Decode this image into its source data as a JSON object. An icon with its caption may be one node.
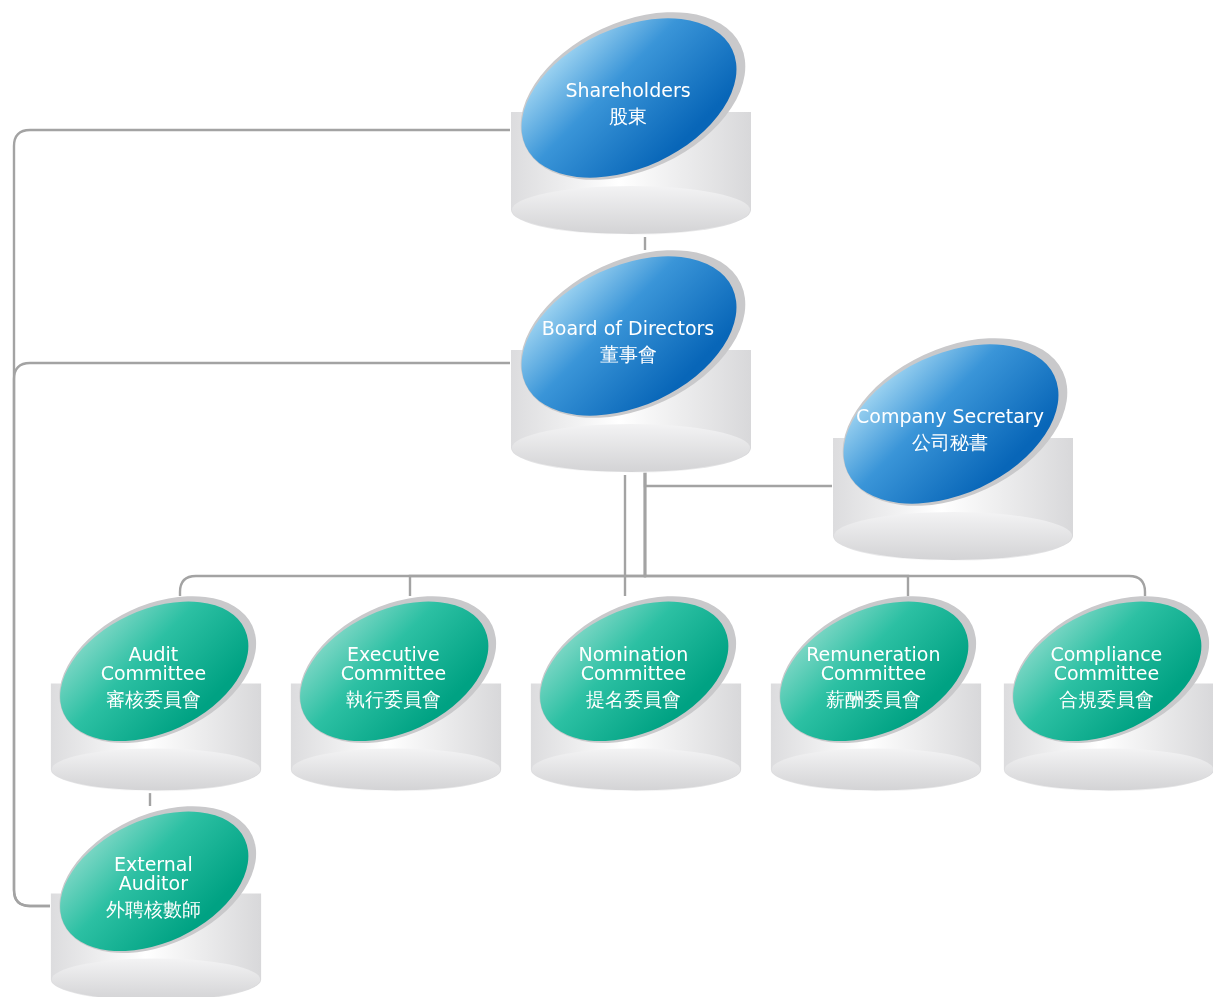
{
  "diagram": {
    "nodes": [
      {
        "text": [
          "Shareholders",
          "股東"
        ]
      },
      {
        "text": [
          "Board of Directors",
          "董事會"
        ]
      },
      {
        "text": [
          "Company Secretary",
          "公司秘書"
        ]
      },
      {
        "text": [
          "Audit Committee",
          "審核委員會"
        ]
      },
      {
        "text": [
          "Executive Committee",
          "執行委員會"
        ]
      },
      {
        "text": [
          "Nomination Committee",
          "提名委員會"
        ]
      },
      {
        "text": [
          "Remuneration Committee",
          "薪酬委員會"
        ]
      },
      {
        "text": [
          "Compliance Committee",
          "合規委員會"
        ]
      },
      {
        "text": [
          "External Auditor",
          "外聘核數師"
        ]
      }
    ],
    "edges": [
      {
        "from": 0,
        "to": 1,
        "arrow": "none"
      },
      {
        "from": 1,
        "to": 2,
        "arrow": "none"
      },
      {
        "from": 1,
        "to": 3,
        "arrow": "none"
      },
      {
        "from": 1,
        "to": 4,
        "arrow": "none"
      },
      {
        "from": 1,
        "to": 5,
        "arrow": "none"
      },
      {
        "from": 1,
        "to": 6,
        "arrow": "none"
      },
      {
        "from": 1,
        "to": 7,
        "arrow": "none"
      },
      {
        "from": 3,
        "to": 8,
        "arrow": "none"
      },
      {
        "from": 0,
        "to": 8,
        "arrow": "none"
      },
      {
        "from": 1,
        "to": 8,
        "arrow": "none"
      }
    ]
  }
}
